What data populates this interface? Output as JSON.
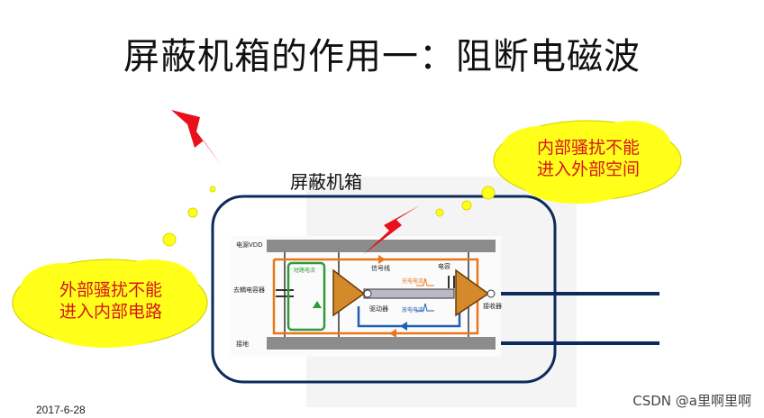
{
  "title": "屏蔽机箱的作用一：阻断电磁波",
  "box_label": "屏蔽机箱",
  "cloud_right": {
    "line1": "内部骚扰不能",
    "line2": "进入外部空间"
  },
  "cloud_left": {
    "line1": "外部骚扰不能",
    "line2": "进入内部电路"
  },
  "circuit": {
    "vdd": "电源VDD",
    "decap": "去耦电容器",
    "gnd": "接地",
    "short_current": "短路电流",
    "signal_line": "信号线",
    "capacitor": "电容",
    "charge_current": "充电电流",
    "discharge_current": "放电电流",
    "driver": "驱动器",
    "receiver": "接收器"
  },
  "date": "2017-6-28",
  "watermark": "CSDN @a里啊里啊",
  "colors": {
    "text_red": "#d8141b",
    "cloud_fill": "#ffff1a",
    "bolt_red": "#e8101a",
    "box_stroke": "#0d2a5c",
    "rail_gray": "#8c8c8c",
    "orange": "#e8761c",
    "green": "#2f9a3a",
    "blue": "#1f5fb3",
    "amp_fill": "#d4892a"
  }
}
